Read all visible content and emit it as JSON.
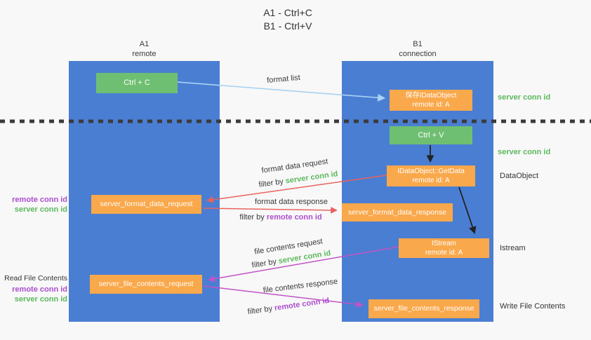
{
  "title": {
    "line1": "A1 - Ctrl+C",
    "line2": "B1 - Ctrl+V"
  },
  "columns": {
    "a1": {
      "name": "A1",
      "subtitle": "remote"
    },
    "b1": {
      "name": "B1",
      "subtitle": "connection"
    }
  },
  "boxes": {
    "ctrl_c": "Ctrl + C",
    "ctrl_v": "Ctrl + V",
    "save_idataobject": {
      "line1": "保存IDataObject",
      "line2": "remote id: A"
    },
    "getdata": {
      "line1": "IDataObject::GetData",
      "line2": "remote id: A"
    },
    "istream": {
      "line1": "IStream",
      "line2": "remote id: A"
    },
    "server_format_data_request": "server_format_data_request",
    "server_format_data_response": "server_format_data_response",
    "server_file_contents_request": "server_file_contents_request",
    "server_file_contents_response": "server_file_contents_response"
  },
  "arrow_labels": {
    "format_list": "format list",
    "format_data_request": "format data request",
    "format_data_response": "format data response",
    "file_contents_request": "file contents request",
    "file_contents_response": "file contents response",
    "filter_prefix": "filter by ",
    "server_conn_id": "server conn id",
    "remote_conn_id": "remote conn id"
  },
  "side_labels": {
    "right_server_conn_id_top": "server conn id",
    "right_server_conn_id_mid": "server conn id",
    "right_dataobject": "DataObject",
    "right_istream": "Istream",
    "right_write_file_contents": "Write File Contents",
    "left_remote_conn_id_top": "remote conn id",
    "left_server_conn_id_top": "server conn id",
    "left_read_file_contents": "Read File Contents",
    "left_remote_conn_id_bottom": "remote conn id",
    "left_server_conn_id_bottom": "server conn id"
  },
  "colors": {
    "column_blue": "#4a7ed3",
    "box_orange": "#f9a84b",
    "box_green": "#6fbf72",
    "green_text": "#5cb85c",
    "purple_text": "#ab4fcf",
    "red_arrow": "#e8635e",
    "magenta_arrow": "#c353c8",
    "lightblue_arrow": "#a9d3f2",
    "black_arrow": "#222222",
    "background": "#f8f8f8"
  }
}
